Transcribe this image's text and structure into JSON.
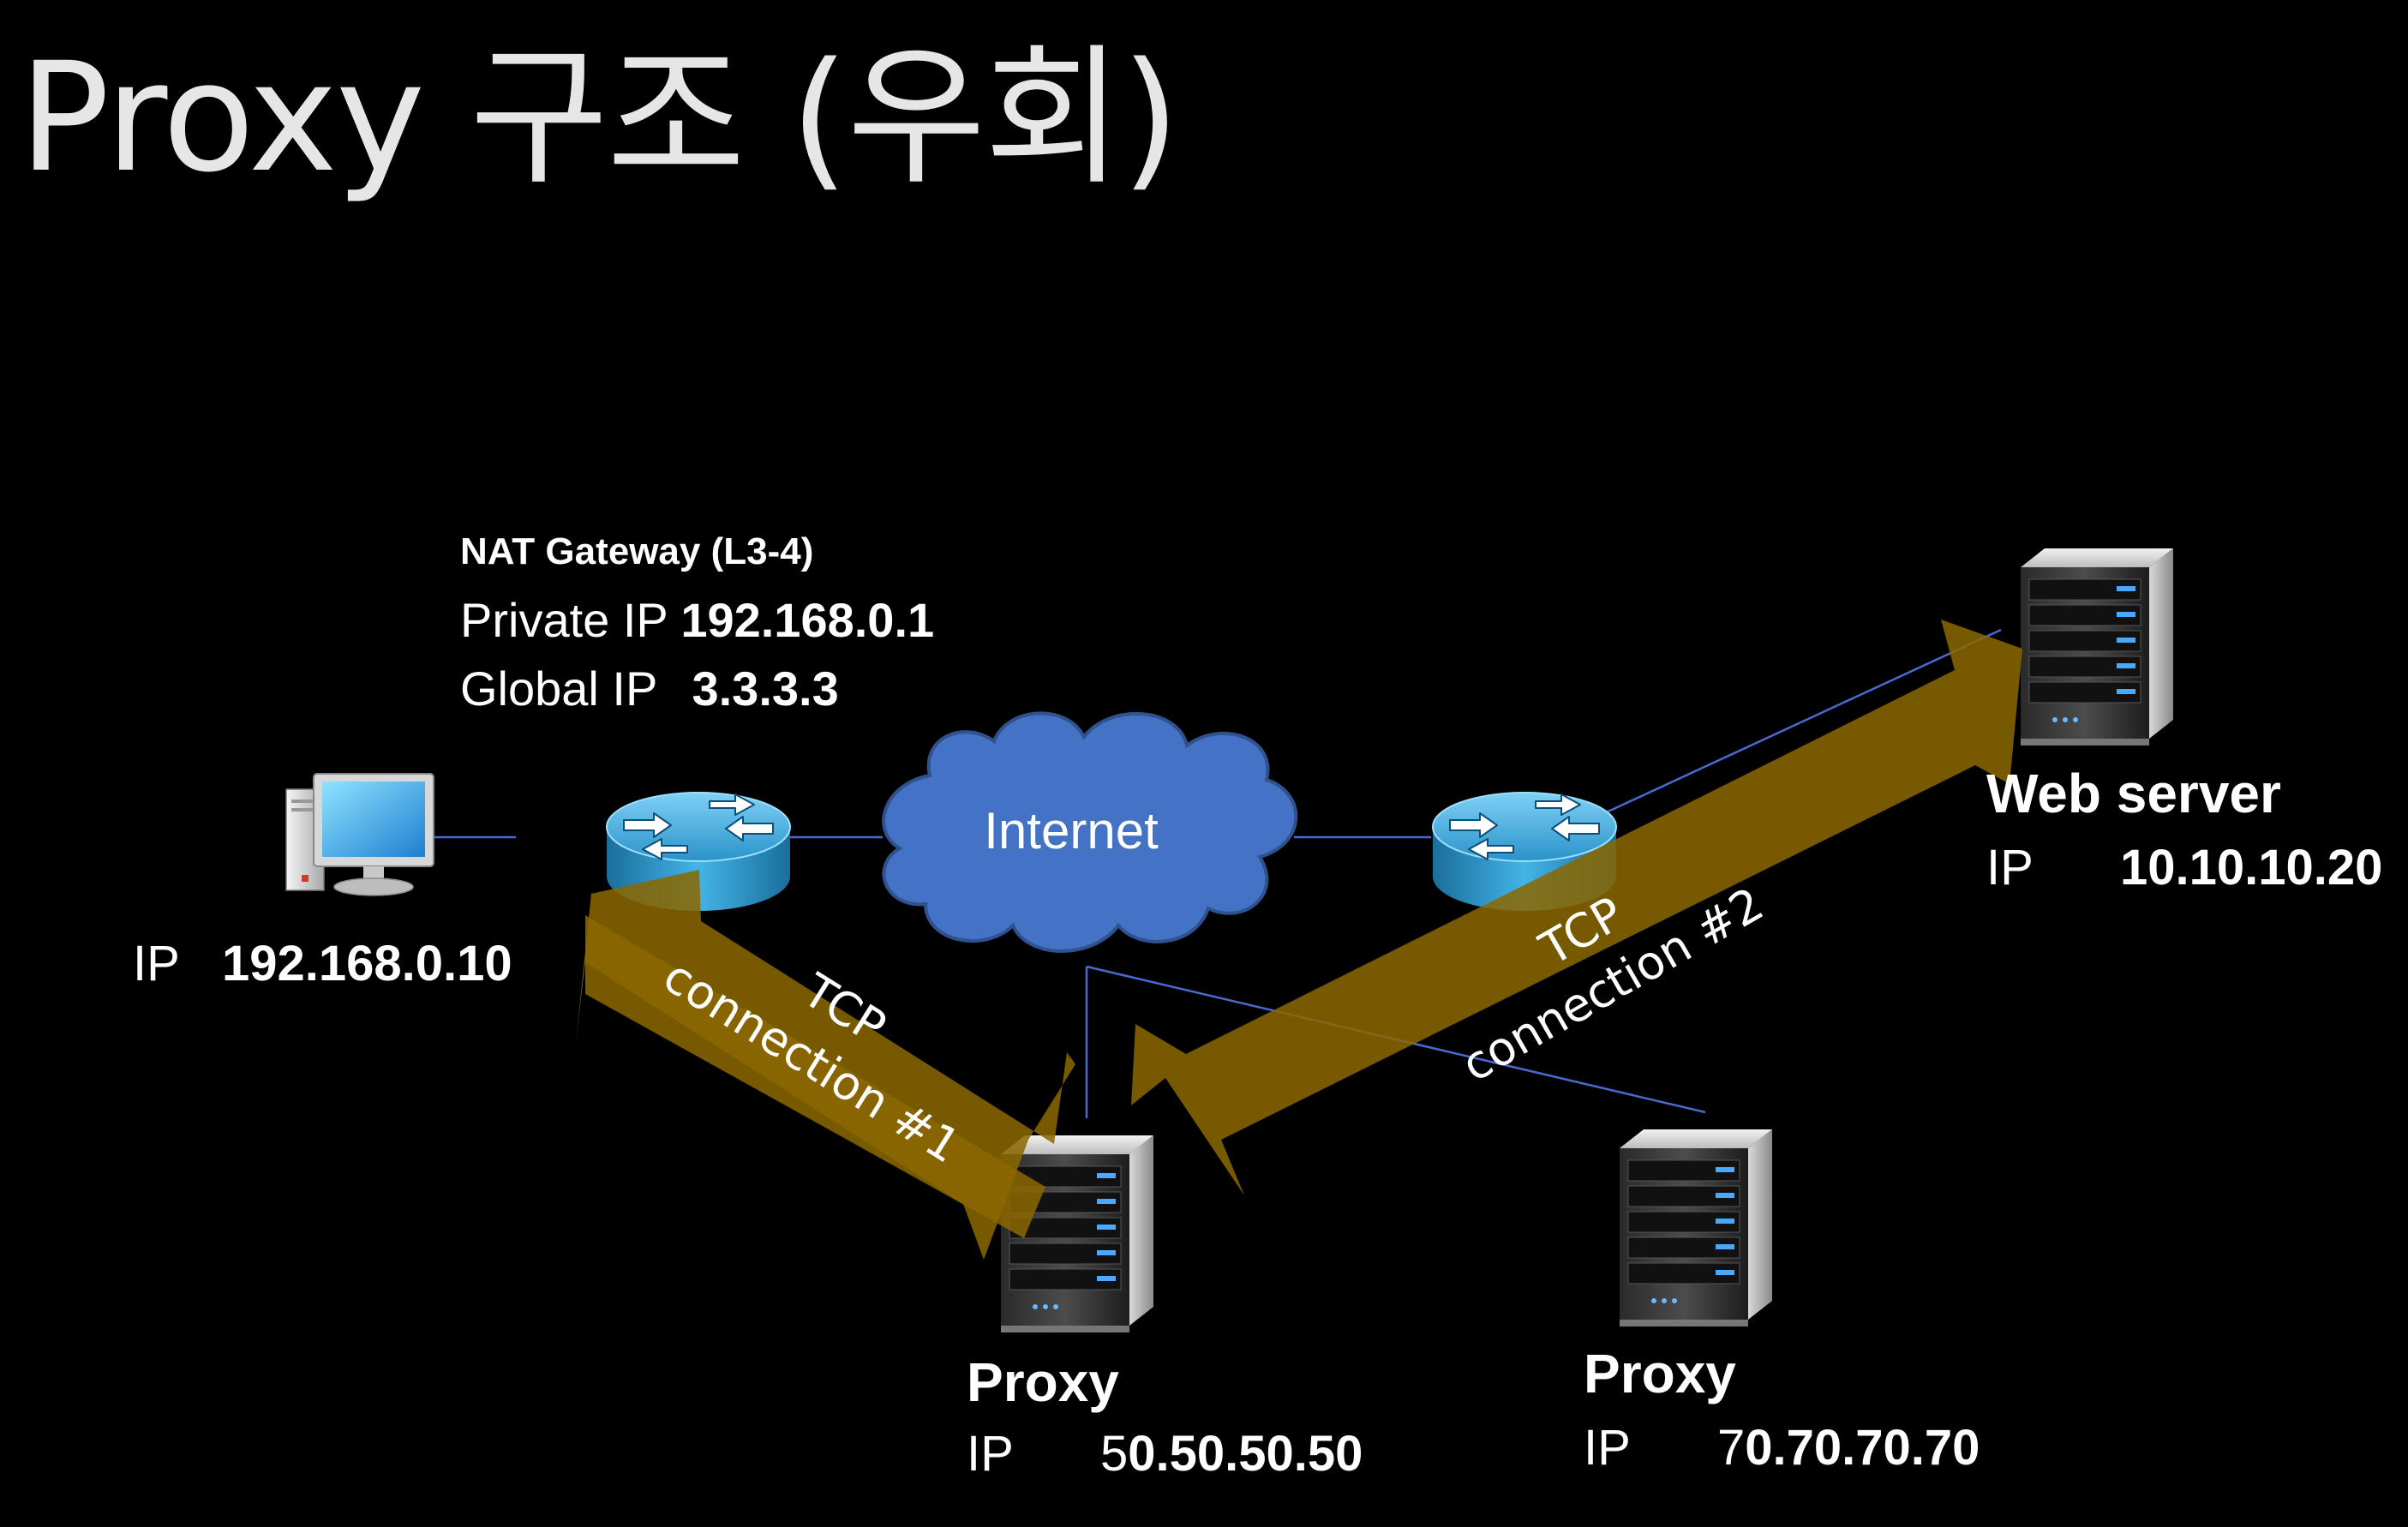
{
  "title": "Proxy 구조 (우회)",
  "nodes": {
    "client": {
      "ip_label": "IP",
      "ip": "192.168.0.10"
    },
    "nat_gateway": {
      "title": "NAT Gateway (L3-4)",
      "private_label": "Private IP",
      "private_ip": "192.168.0.1",
      "global_label": "Global IP",
      "global_ip": "3.3.3.3"
    },
    "internet": {
      "label": "Internet"
    },
    "proxy1": {
      "name": "Proxy",
      "ip_label": "IP",
      "ip_prefix": "5",
      "ip_rest": "0.50.50.50"
    },
    "proxy2": {
      "name": "Proxy",
      "ip_label": "IP",
      "ip_prefix": "7",
      "ip_rest": "0.70.70.70"
    },
    "web_server": {
      "name": "Web server",
      "ip_label": "IP",
      "ip": "10.10.10.20"
    }
  },
  "connections": {
    "tcp1": {
      "line1": "TCP",
      "line2": "connection #1"
    },
    "tcp2": {
      "line1": "TCP",
      "line2": "connection #2"
    }
  },
  "colors": {
    "background": "#000000",
    "arrow": "#8a6800",
    "cloud": "#4472c4",
    "router": "#2e9fd6",
    "link": "#4a6ad0"
  }
}
